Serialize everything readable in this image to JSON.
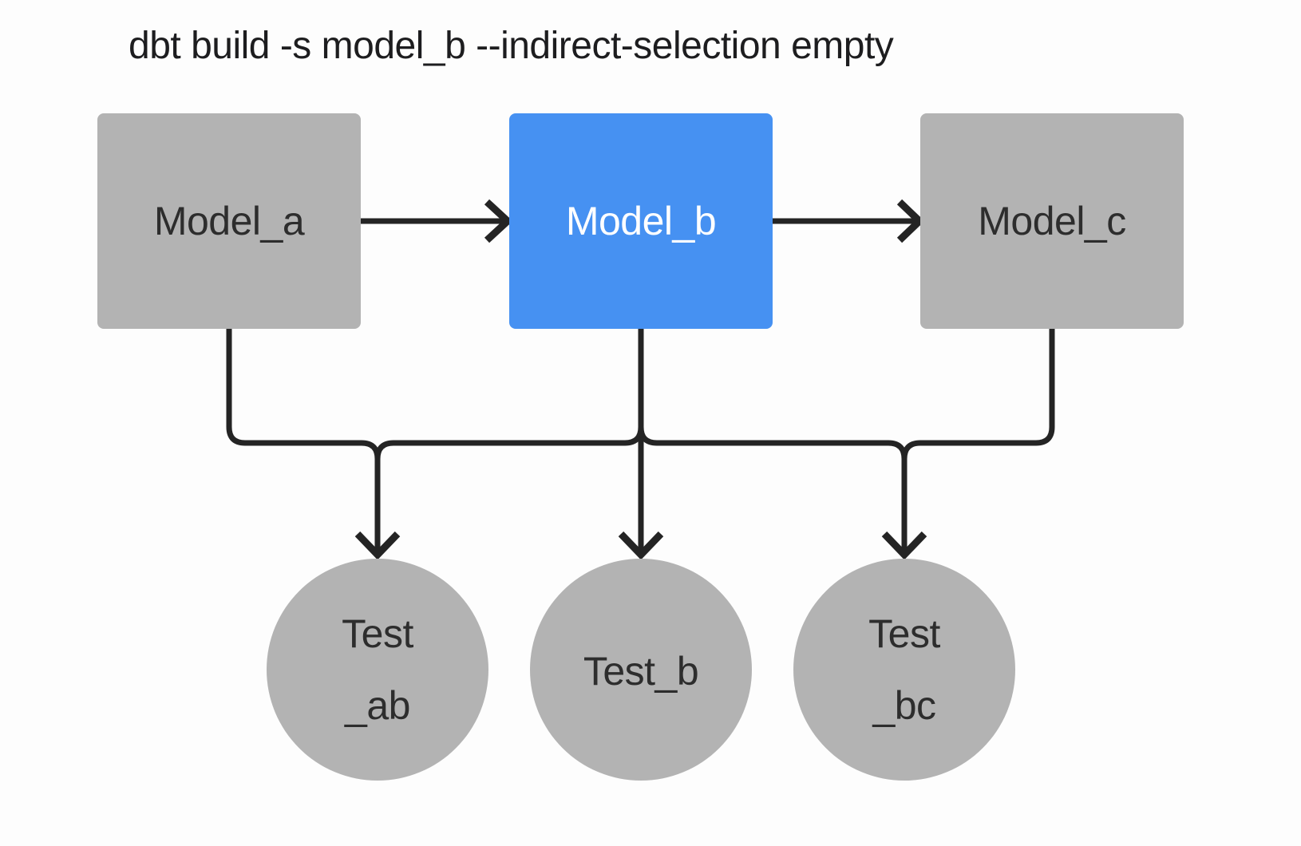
{
  "title": "dbt build -s model_b --indirect-selection empty",
  "colors": {
    "background": "#fdfdfd",
    "model_fill": "#b3b3b3",
    "selected_model_fill": "#4691f2",
    "test_fill": "#b3b3b3",
    "edge": "#242424",
    "title_text": "#1d1d1f",
    "label_dark": "#2d2d2d",
    "label_light": "#ffffff"
  },
  "nodes": {
    "model_a": {
      "label": "Model_a",
      "type": "model",
      "selected": false
    },
    "model_b": {
      "label": "Model_b",
      "type": "model",
      "selected": true
    },
    "model_c": {
      "label": "Model_c",
      "type": "model",
      "selected": false
    },
    "test_ab": {
      "label_line1": "Test",
      "label_line2": "_ab",
      "type": "test"
    },
    "test_b": {
      "label": "Test_b",
      "type": "test"
    },
    "test_bc": {
      "label_line1": "Test",
      "label_line2": "_bc",
      "type": "test"
    }
  },
  "edges": [
    {
      "from": "Model_a",
      "to": "Model_b"
    },
    {
      "from": "Model_b",
      "to": "Model_c"
    },
    {
      "from": "Model_a",
      "to": "Test_ab"
    },
    {
      "from": "Model_b",
      "to": "Test_ab"
    },
    {
      "from": "Model_b",
      "to": "Test_b"
    },
    {
      "from": "Model_b",
      "to": "Test_bc"
    },
    {
      "from": "Model_c",
      "to": "Test_bc"
    }
  ]
}
